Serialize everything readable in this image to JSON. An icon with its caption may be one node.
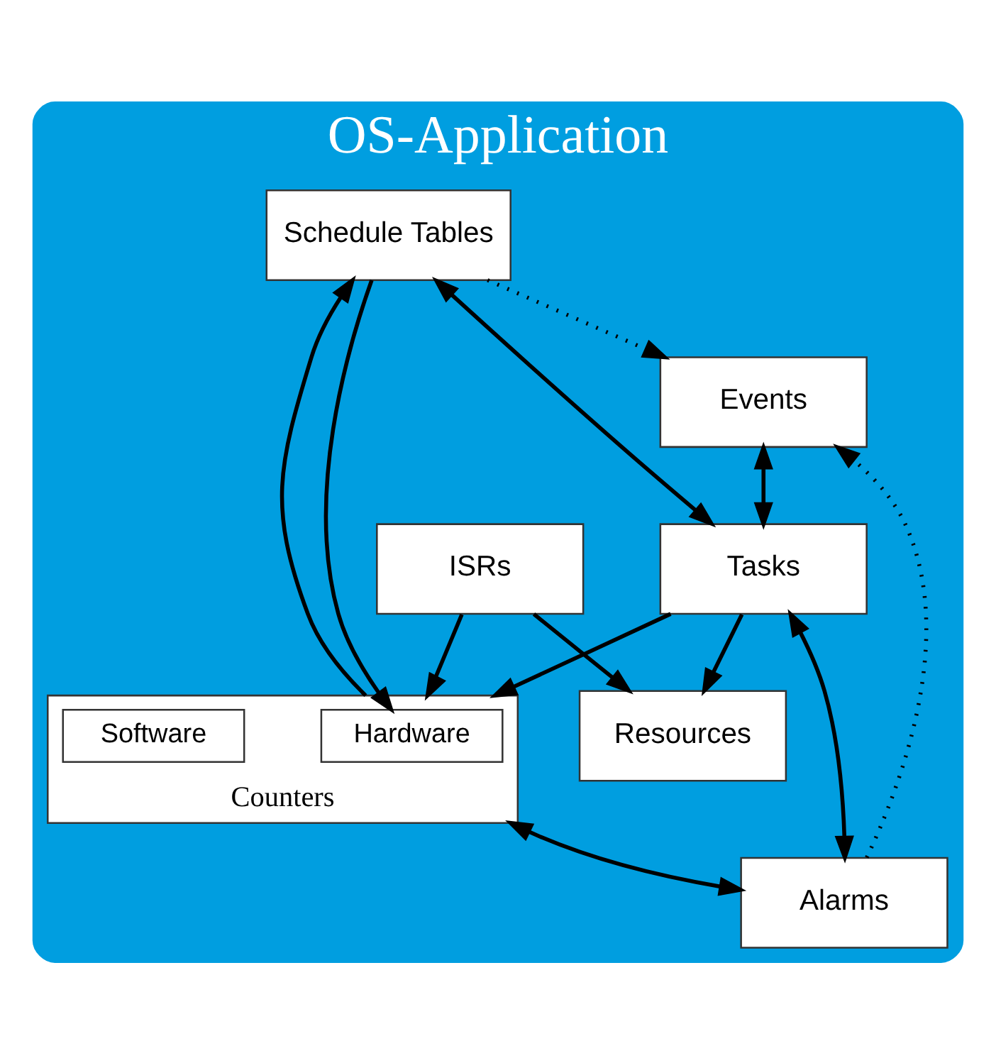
{
  "diagram": {
    "nodes": [
      {
        "text": [
          "OS-Application"
        ]
      },
      {
        "text": [
          "Resources"
        ],
        "in": 0
      },
      {
        "text": [
          "Events"
        ],
        "in": 0
      },
      {
        "text": [
          "Tasks"
        ],
        "in": 0
      },
      {
        "text": [
          "ISRs"
        ],
        "in": 0
      },
      {
        "text": [
          "Schedule Tables"
        ],
        "in": 0
      },
      {
        "text": [
          "Alarms"
        ],
        "in": 0
      },
      {
        "text": [
          "Counters"
        ],
        "in": 0
      },
      {
        "text": [
          "Hardware"
        ],
        "in": 7
      },
      {
        "text": [
          "Software"
        ],
        "in": 7
      }
    ],
    "edges": [
      {
        "from": 2,
        "to": 3,
        "arrow": "both"
      },
      {
        "from": 3,
        "to": 1,
        "arrow": "to"
      },
      {
        "from": 4,
        "to": 1,
        "arrow": "to"
      },
      {
        "from": 3,
        "to": 7,
        "arrow": "to"
      },
      {
        "from": 4,
        "to": 7,
        "arrow": "to"
      },
      {
        "from": 5,
        "to": 3,
        "arrow": "both"
      },
      {
        "from": 3,
        "to": 6,
        "arrow": "both"
      },
      {
        "from": 6,
        "to": 2,
        "arrow": "to",
        "style": "dashed"
      },
      {
        "from": 5,
        "to": 2,
        "arrow": "to",
        "style": "dashed"
      },
      {
        "from": 5,
        "to": 8,
        "arrow": "to"
      },
      {
        "from": 7,
        "to": 5,
        "arrow": "to"
      },
      {
        "from": 7,
        "to": 6,
        "arrow": "both"
      }
    ]
  }
}
